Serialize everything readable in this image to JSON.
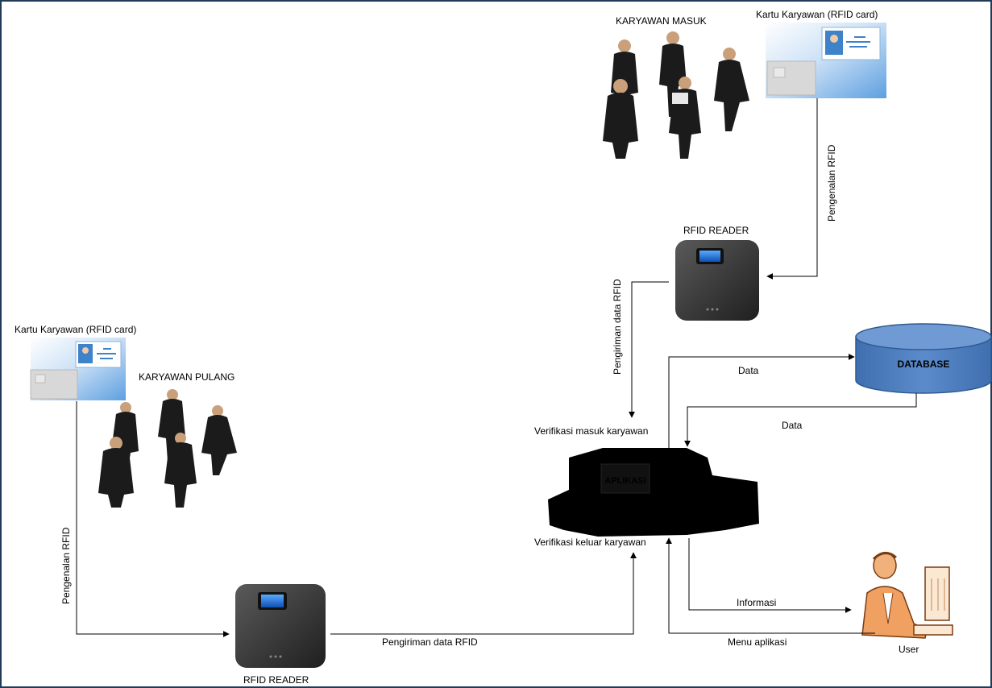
{
  "labels": {
    "karyawan_masuk": "KARYAWAN MASUK",
    "karyawan_pulang": "KARYAWAN PULANG",
    "kartu_top": "Kartu Karyawan (RFID card)",
    "kartu_left": "Kartu Karyawan (RFID card)",
    "rfid_reader_top": "RFID READER",
    "rfid_reader_bottom": "RFID READER",
    "pengenalan_top": "Pengenalan RFID",
    "pengenalan_left": "Pengenalan RFID",
    "pengiriman_vertical": "Pengiriman data RFID",
    "pengiriman_horizontal": "Pengiriman data RFID",
    "verifikasi_masuk": "Verifikasi masuk karyawan",
    "verifikasi_keluar": "Verifikasi keluar karyawan",
    "aplikasi": "APLIKASI",
    "database": "DATABASE",
    "data_to_db": "Data",
    "data_from_db": "Data",
    "informasi": "Informasi",
    "menu_aplikasi": "Menu aplikasi",
    "user": "User"
  },
  "colors": {
    "border": "#1f3b57",
    "database_fill": "#4f7fbf",
    "database_stroke": "#2e5a8f",
    "card_blue": "#7fb6e8",
    "reader_body": "#3a3a3a",
    "reader_screen": "#2a7de1"
  },
  "icons": {
    "people_group": "people-group-icon",
    "rfid_card": "id-card-icon",
    "rfid_reader": "card-reader-icon",
    "computer": "computer-icon",
    "database": "database-icon",
    "user": "user-at-computer-icon"
  }
}
